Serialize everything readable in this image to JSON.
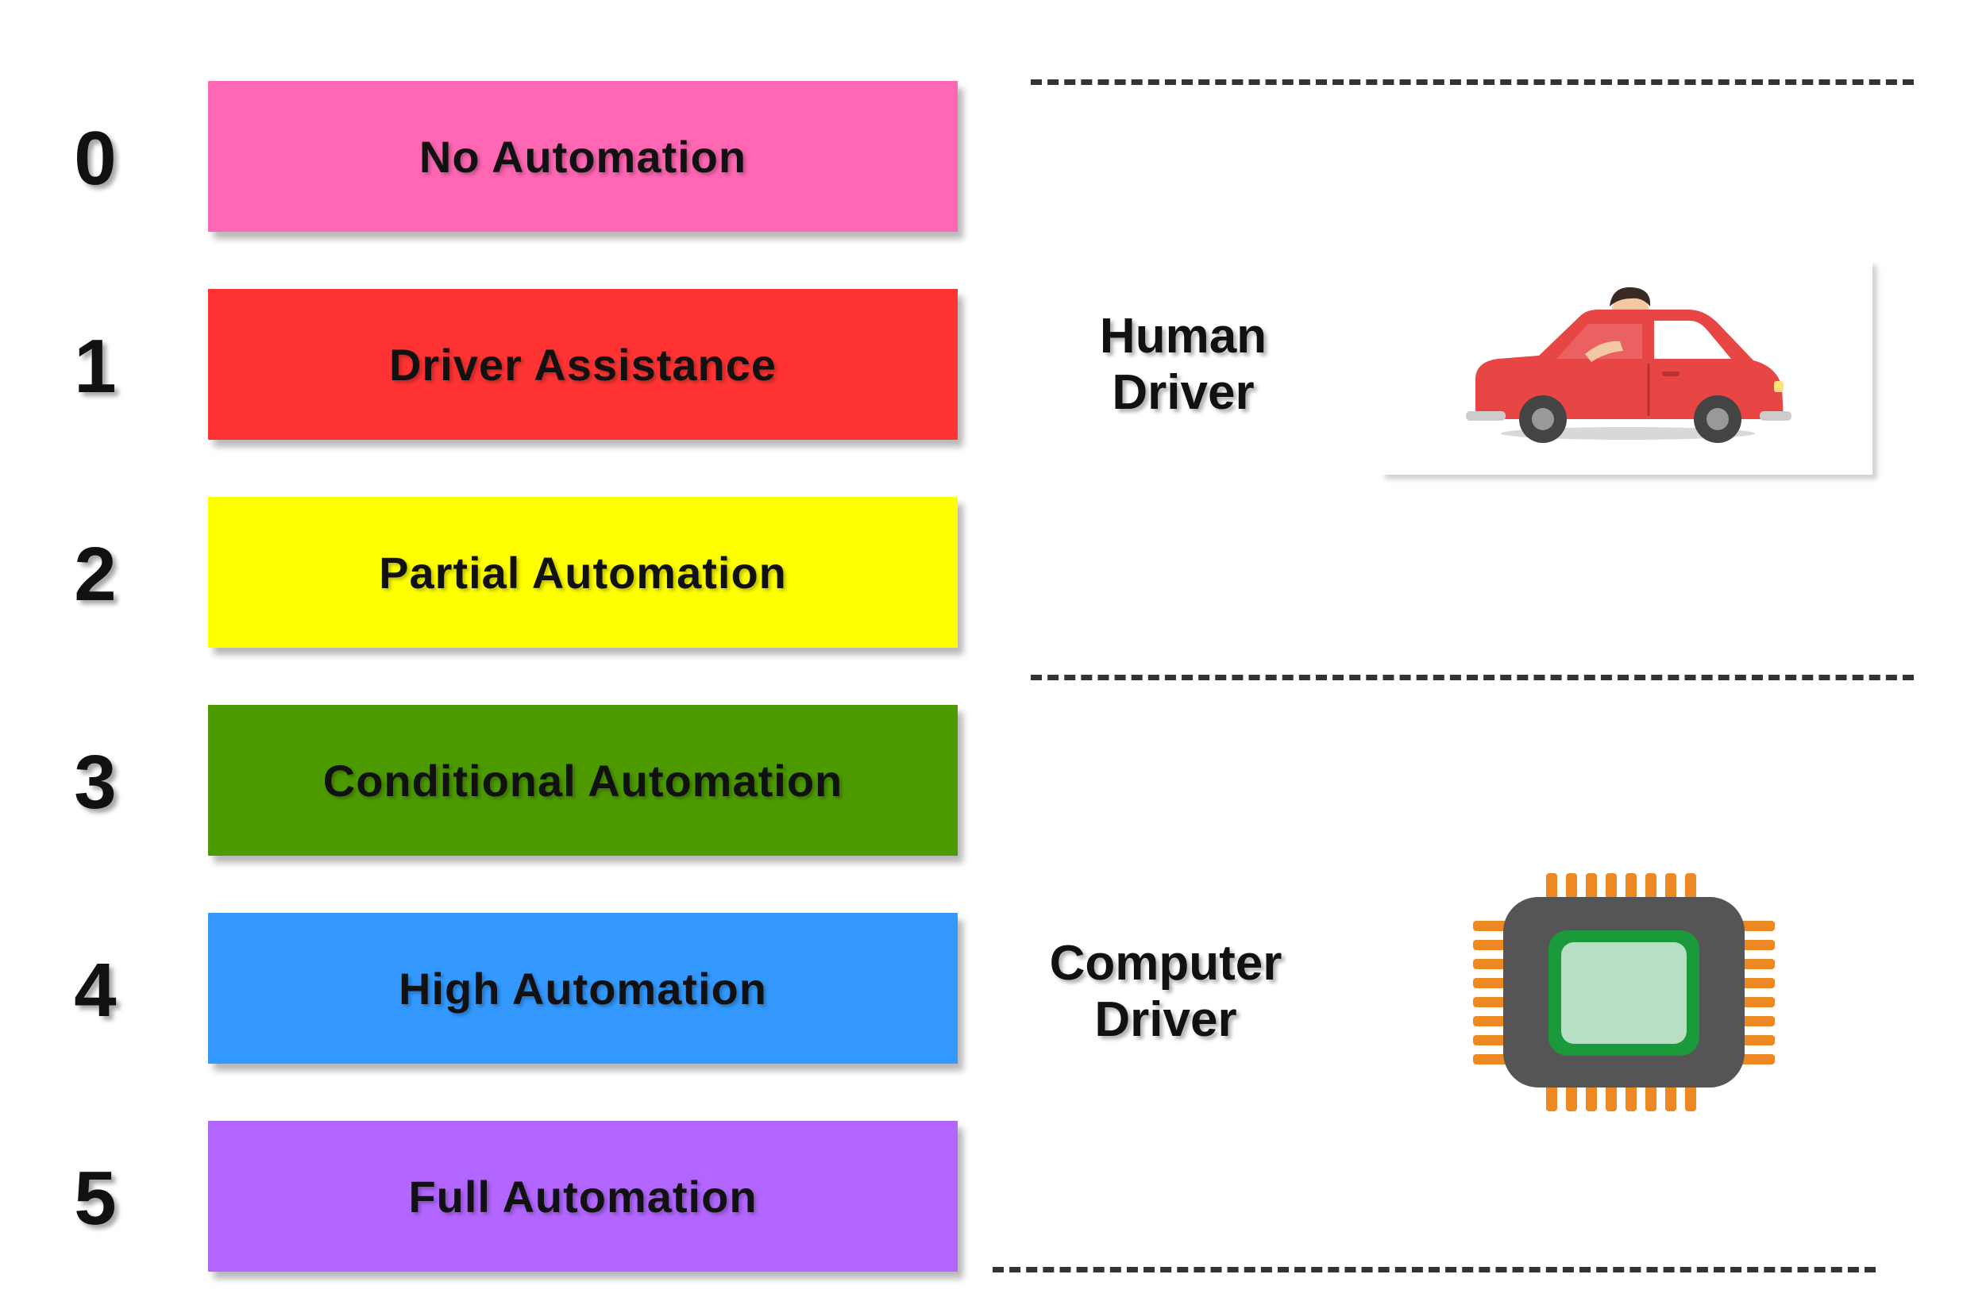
{
  "levels": [
    {
      "number": "0",
      "label": "No Automation",
      "color": "#ff66b3"
    },
    {
      "number": "1",
      "label": "Driver Assistance",
      "color": "#ff3333"
    },
    {
      "number": "2",
      "label": "Partial Automation",
      "color": "#ffff00"
    },
    {
      "number": "3",
      "label": "Conditional Automation",
      "color": "#4d9a00"
    },
    {
      "number": "4",
      "label": "High Automation",
      "color": "#3399ff"
    },
    {
      "number": "5",
      "label": "Full Automation",
      "color": "#b266ff"
    }
  ],
  "drivers": {
    "human": {
      "line1": "Human",
      "line2": "Driver",
      "icon": "car-with-driver-icon"
    },
    "computer": {
      "line1": "Computer",
      "line2": "Driver",
      "icon": "microchip-icon"
    }
  },
  "colors": {
    "car_body": "#e84545",
    "chip_pins": "#ee8822",
    "chip_body": "#555555",
    "chip_ring": "#1a9a3a",
    "chip_core": "#b7dfc4"
  }
}
